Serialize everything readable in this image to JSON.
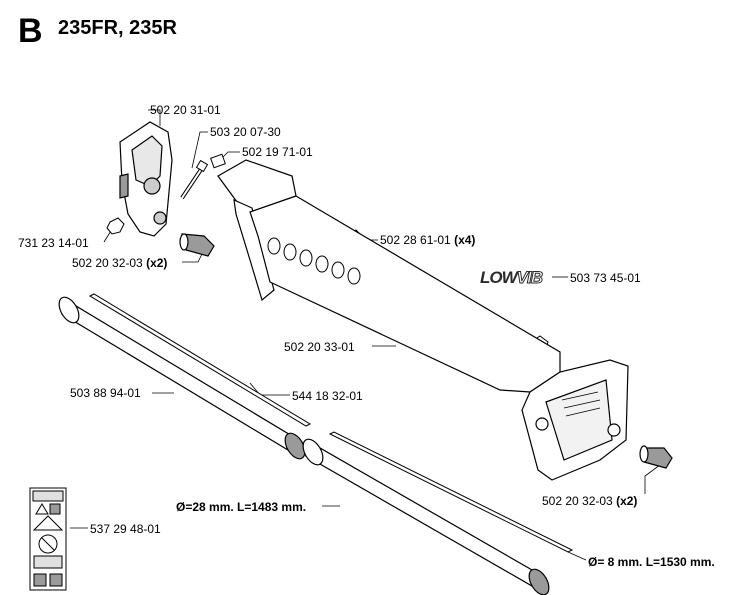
{
  "header": {
    "section_letter": "B",
    "model_title": "235FR, 235R"
  },
  "logo": {
    "part_a": "LOW",
    "part_b": "VIB"
  },
  "labels": {
    "p1": "502 20 31-01",
    "p2": "503 20 07-30",
    "p3": "502 19 71-01",
    "p4": "731 23 14-01",
    "p5": {
      "number": "502 20 32-03",
      "qty": "(x2)"
    },
    "p6": {
      "number": "502 28 61-01",
      "qty": "(x4)"
    },
    "p7": "503 73 45-01",
    "p8": "502 20 33-01",
    "p9": "503 88 94-01",
    "p10": "544 18 32-01",
    "p11": "537 29 48-01",
    "p12": {
      "number": "502 20 32-03",
      "qty": "(x2)"
    },
    "spec_tube": "Ø=28 mm. L=1483 mm.",
    "spec_shaft": "Ø= 8 mm. L=1530 mm."
  },
  "colors": {
    "line": "#000000",
    "shade": "#9a9a9a",
    "background": "#ffffff"
  }
}
